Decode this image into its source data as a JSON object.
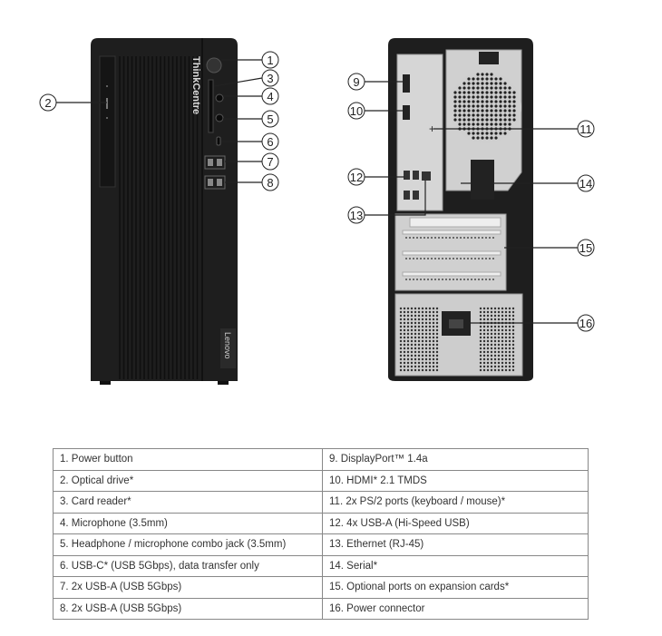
{
  "front": {
    "logo_text": "ThinkCentre",
    "brand_label": "Lenovo",
    "callouts": [
      "1",
      "2",
      "3",
      "4",
      "5",
      "6",
      "7",
      "8"
    ]
  },
  "back": {
    "callouts": [
      "9",
      "10",
      "11",
      "12",
      "13",
      "14",
      "15",
      "16"
    ]
  },
  "ports_table": {
    "left": [
      "1.   Power button",
      "2.   Optical drive*",
      "3.   Card reader*",
      "4.   Microphone (3.5mm)",
      "5.   Headphone / microphone combo jack (3.5mm)",
      "6.   USB-C* (USB 5Gbps), data transfer only",
      "7.   2x USB-A (USB 5Gbps)",
      "8.   2x USB-A (USB 5Gbps)"
    ],
    "right": [
      "9.   DisplayPort™ 1.4a",
      "10. HDMI* 2.1 TMDS",
      "11.  2x PS/2 ports (keyboard / mouse)*",
      "12. 4x USB-A (Hi-Speed USB)",
      "13. Ethernet (RJ-45)",
      "14. Serial*",
      "15. Optional ports on expansion cards*",
      "16. Power connector"
    ]
  },
  "colors": {
    "chassis": "#1e1e1e",
    "panel": "#c9c9c9",
    "table_border": "#888888"
  }
}
